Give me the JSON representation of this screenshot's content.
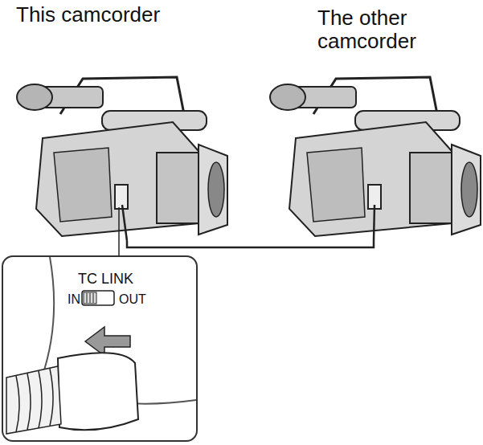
{
  "diagram": {
    "nodes": [
      {
        "text": [
          "This camcorder"
        ]
      },
      {
        "text": [
          "The other camcorder"
        ]
      },
      {
        "text": [
          "TC LINK",
          "IN",
          "OUT"
        ]
      }
    ],
    "edges": [
      {
        "from": 0,
        "to": 1,
        "arrow": "none"
      },
      {
        "from": 0,
        "to": 2,
        "arrow": "none"
      }
    ]
  }
}
